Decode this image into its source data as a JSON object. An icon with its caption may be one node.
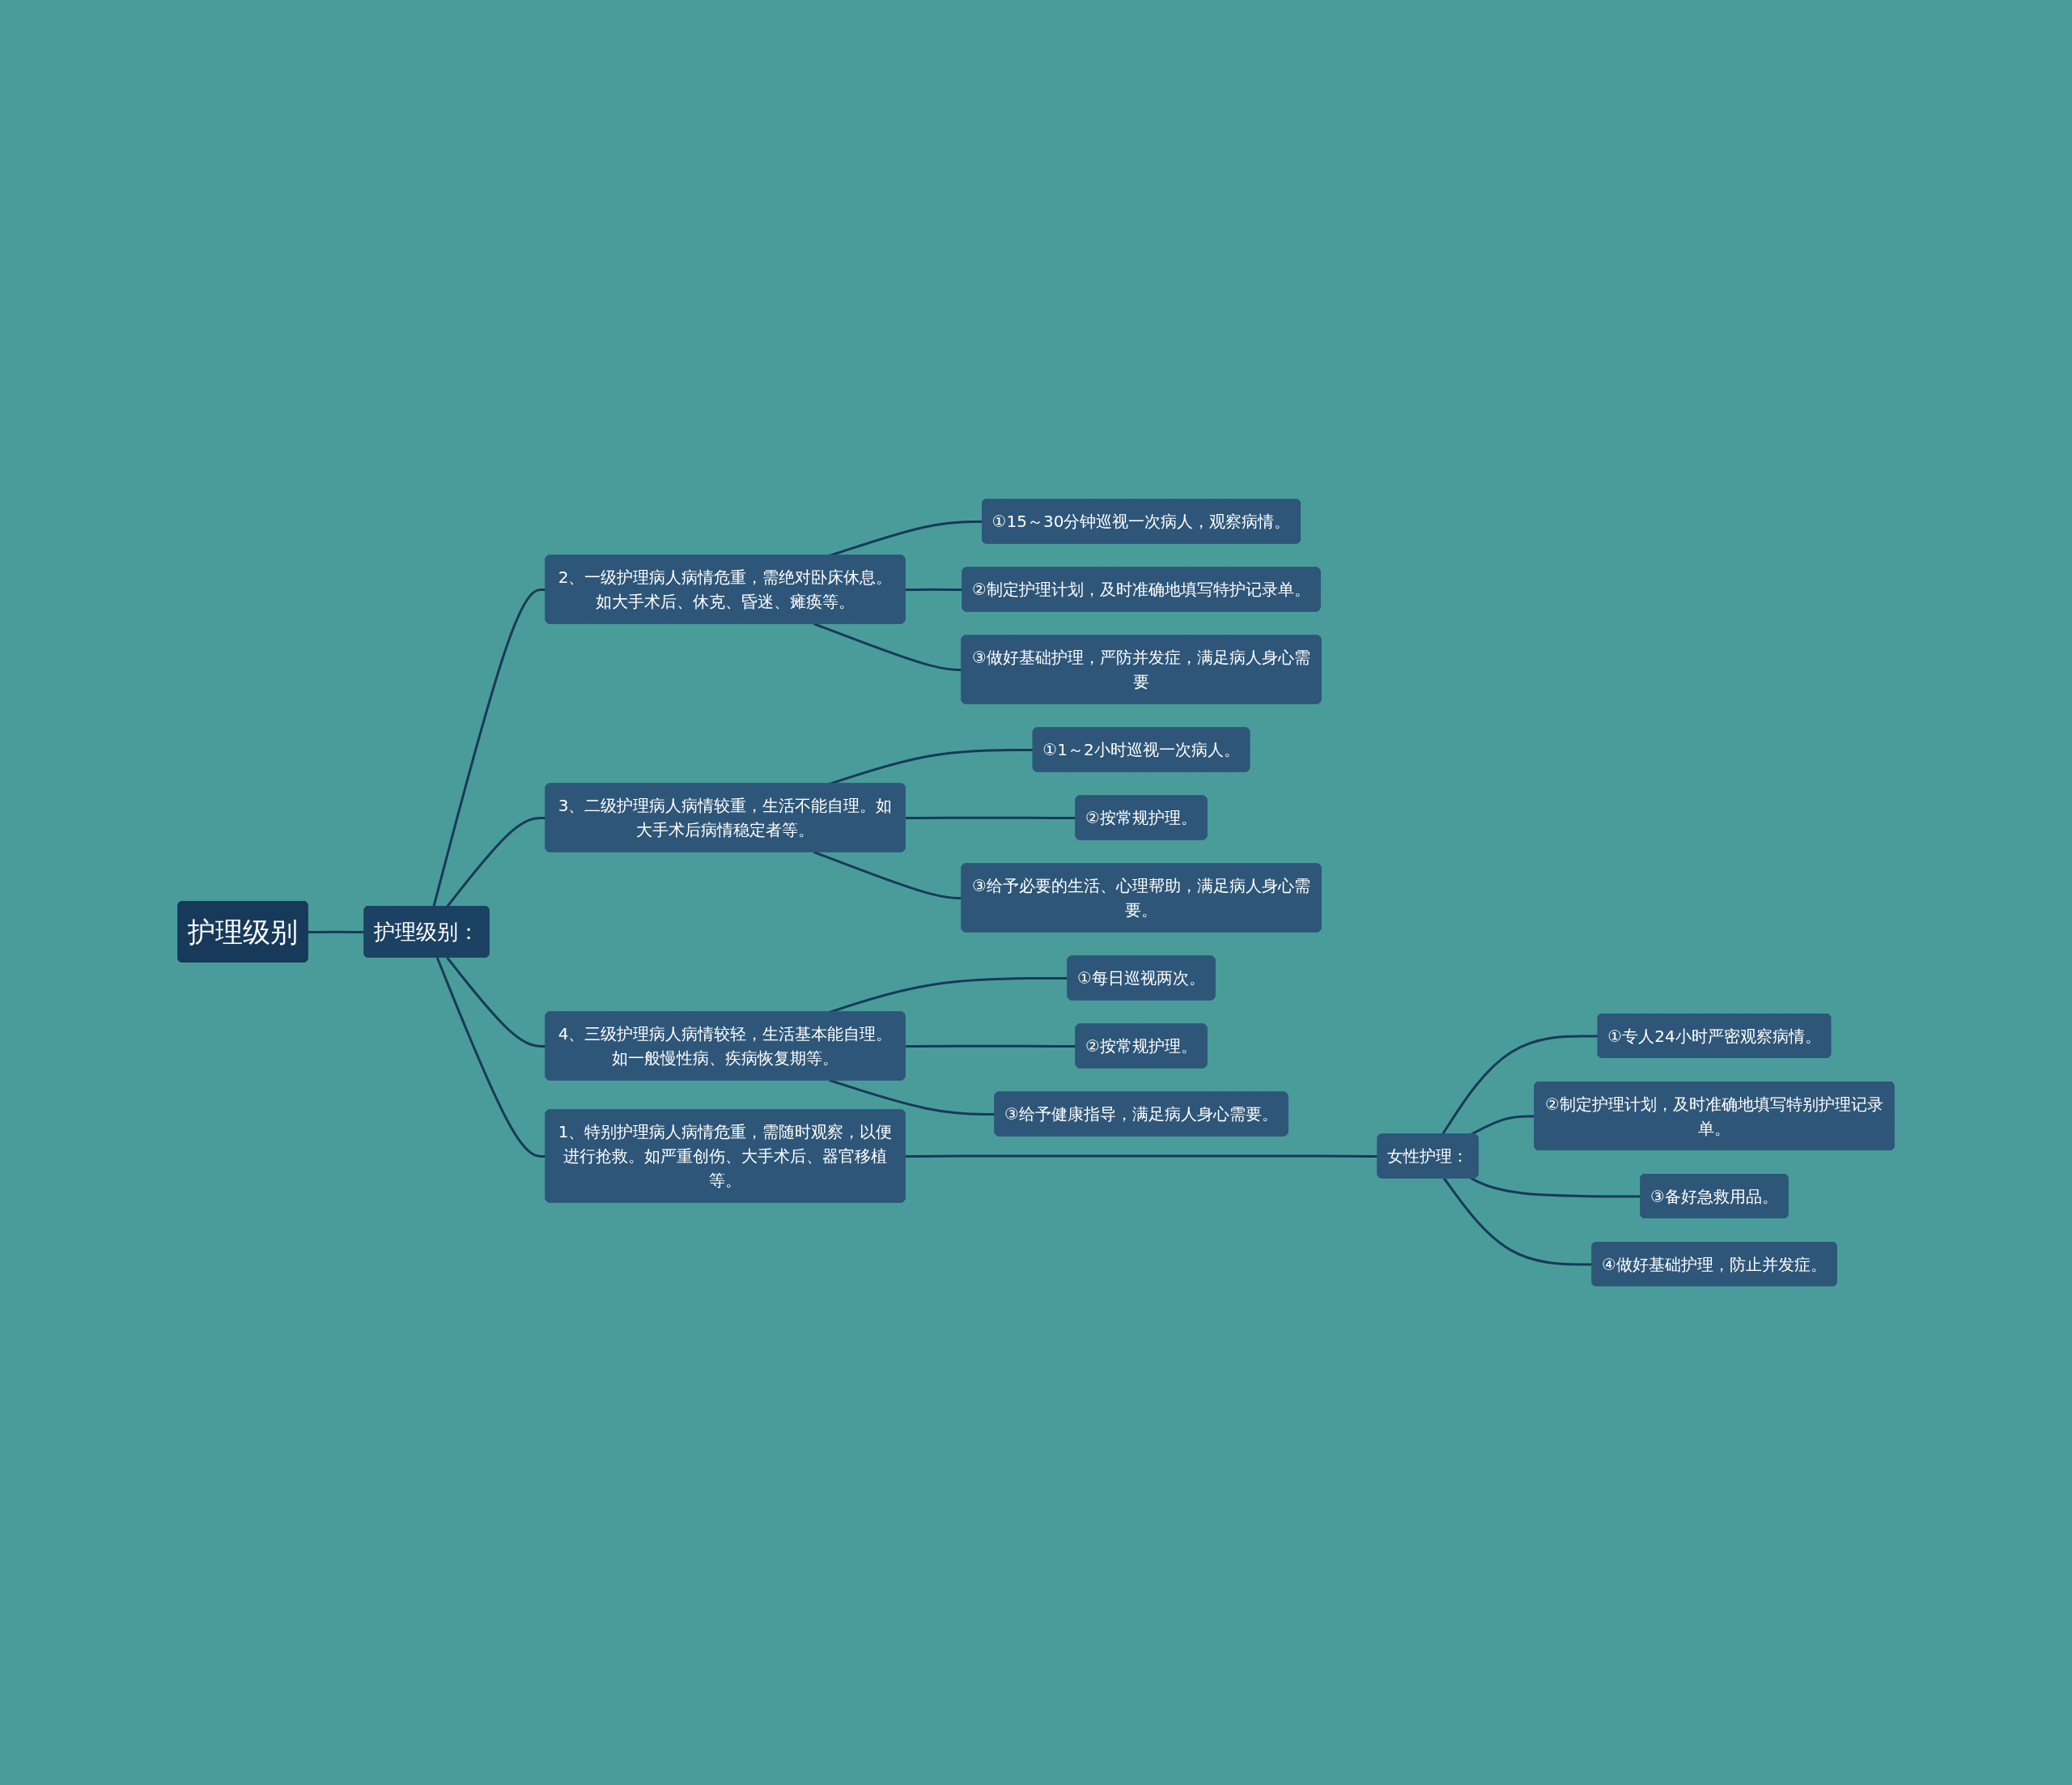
{
  "diagram": {
    "nodes": [
      {
        "text": [
          "护理级别"
        ]
      },
      {
        "text": [
          "护理级别："
        ]
      },
      {
        "text": [
          "1、特别护理病人病情危重，需随时观察，以便进行抢救。如严重创伤、大手术后、器官移植等。"
        ]
      },
      {
        "text": [
          "女性护理："
        ]
      },
      {
        "text": [
          "①专人24小时严密观察病情。"
        ]
      },
      {
        "text": [
          "②制定护理计划，及时准确地填写特别护理记录单。"
        ]
      },
      {
        "text": [
          "③备好急救用品。"
        ]
      },
      {
        "text": [
          "④做好基础护理，防止并发症。"
        ]
      },
      {
        "text": [
          "2、一级护理病人病情危重，需绝对卧床休息。如大手术后、休克、昏迷、瘫痪等。"
        ]
      },
      {
        "text": [
          "①15～30分钟巡视一次病人，观察病情。"
        ]
      },
      {
        "text": [
          "②制定护理计划，及时准确地填写特护记录单。"
        ]
      },
      {
        "text": [
          "③做好基础护理，严防并发症，满足病人身心需要"
        ]
      },
      {
        "text": [
          "3、二级护理病人病情较重，生活不能自理。如大手术后病情稳定者等。"
        ]
      },
      {
        "text": [
          "①1～2小时巡视一次病人。"
        ]
      },
      {
        "text": [
          "②按常规护理。"
        ]
      },
      {
        "text": [
          "③给予必要的生活、心理帮助，满足病人身心需要。"
        ]
      },
      {
        "text": [
          "4、三级护理病人病情较轻，生活基本能自理。如一般慢性病、疾病恢复期等。"
        ]
      },
      {
        "text": [
          "①每日巡视两次。"
        ]
      },
      {
        "text": [
          "②按常规护理。"
        ]
      },
      {
        "text": [
          "③给予健康指导，满足病人身心需要。"
        ]
      }
    ],
    "edges": [
      {
        "from": 0,
        "to": 1,
        "arrow": "none"
      },
      {
        "from": 1,
        "to": 2,
        "arrow": "none"
      },
      {
        "from": 2,
        "to": 3,
        "arrow": "none"
      },
      {
        "from": 3,
        "to": 4,
        "arrow": "none"
      },
      {
        "from": 3,
        "to": 5,
        "arrow": "none"
      },
      {
        "from": 3,
        "to": 6,
        "arrow": "none"
      },
      {
        "from": 3,
        "to": 7,
        "arrow": "none"
      },
      {
        "from": 1,
        "to": 8,
        "arrow": "none"
      },
      {
        "from": 8,
        "to": 9,
        "arrow": "none"
      },
      {
        "from": 8,
        "to": 10,
        "arrow": "none"
      },
      {
        "from": 8,
        "to": 11,
        "arrow": "none"
      },
      {
        "from": 1,
        "to": 12,
        "arrow": "none"
      },
      {
        "from": 12,
        "to": 13,
        "arrow": "none"
      },
      {
        "from": 12,
        "to": 14,
        "arrow": "none"
      },
      {
        "from": 12,
        "to": 15,
        "arrow": "none"
      },
      {
        "from": 1,
        "to": 16,
        "arrow": "none"
      },
      {
        "from": 16,
        "to": 17,
        "arrow": "none"
      },
      {
        "from": 16,
        "to": 18,
        "arrow": "none"
      },
      {
        "from": 16,
        "to": 19,
        "arrow": "none"
      }
    ]
  }
}
